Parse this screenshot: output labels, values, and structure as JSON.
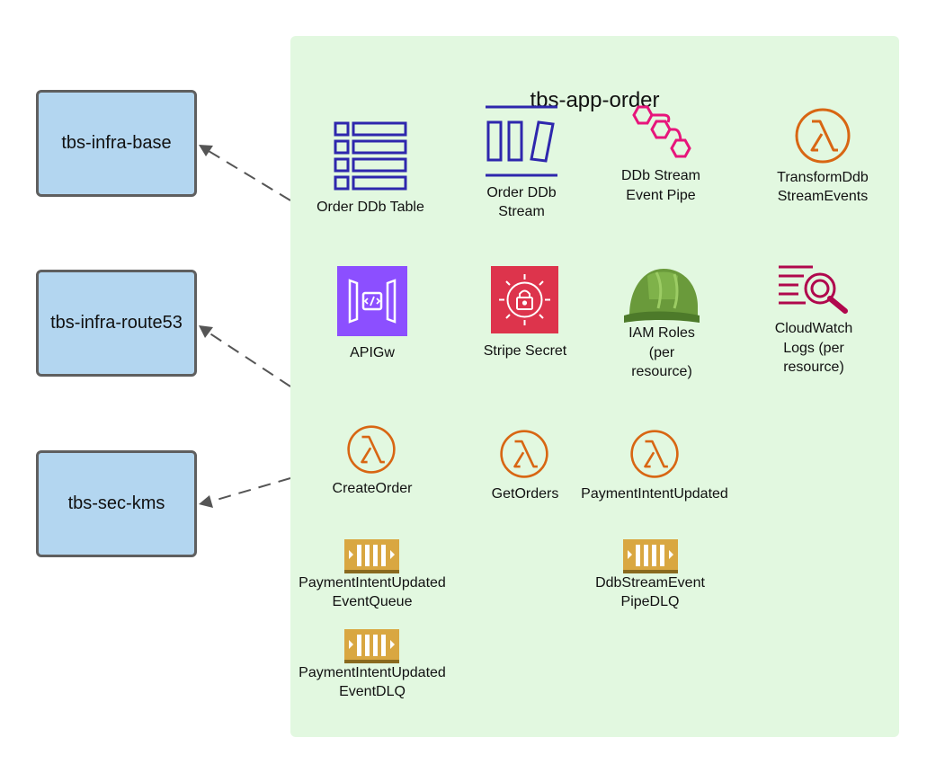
{
  "group": {
    "title": "tbs-app-order"
  },
  "dependencies": [
    {
      "id": "base",
      "label": "tbs-infra-base"
    },
    {
      "id": "route53",
      "label": "tbs-infra-route53"
    },
    {
      "id": "kms",
      "label": "tbs-sec-kms"
    }
  ],
  "resources": {
    "order_ddb_table": {
      "label": "Order DDb Table",
      "icon": "dynamodb-table-icon",
      "color": "#2e27ad"
    },
    "order_ddb_stream": {
      "label1": "Order DDb",
      "label2": "Stream",
      "icon": "dynamodb-stream-icon",
      "color": "#2e27ad"
    },
    "ddb_stream_event_pipe": {
      "label1": "DDb Stream",
      "label2": "Event Pipe",
      "icon": "eventbridge-pipe-icon",
      "color": "#e7157b"
    },
    "transform_ddb_stream_events": {
      "label1": "TransformDdb",
      "label2": "StreamEvents",
      "icon": "lambda-icon",
      "color": "#d86613"
    },
    "apigw": {
      "label": "APIGw",
      "icon": "api-gateway-icon",
      "color": "#8c4fff"
    },
    "stripe_secret": {
      "label": "Stripe Secret",
      "icon": "secrets-manager-icon",
      "color": "#dd344c"
    },
    "iam_roles": {
      "label1": "IAM Roles",
      "label2": "(per",
      "label3": "resource)",
      "icon": "iam-helmet-icon",
      "color": "#6a9a3b"
    },
    "cloudwatch_logs": {
      "label1": "CloudWatch",
      "label2": "Logs (per",
      "label3": "resource)",
      "icon": "cloudwatch-logs-icon",
      "color": "#b0084d"
    },
    "create_order": {
      "label": "CreateOrder",
      "icon": "lambda-icon",
      "color": "#d86613"
    },
    "get_orders": {
      "label": "GetOrders",
      "icon": "lambda-icon",
      "color": "#d86613"
    },
    "payment_intent_updated": {
      "label": "PaymentIntentUpdated",
      "icon": "lambda-icon",
      "color": "#d86613"
    },
    "payment_intent_updated_event_queue": {
      "label1": "PaymentIntentUpdated",
      "label2": "EventQueue",
      "icon": "sqs-queue-icon",
      "color": "#d9a741"
    },
    "ddb_stream_event_pipe_dlq": {
      "label1": "DdbStreamEvent",
      "label2": "PipeDLQ",
      "icon": "sqs-queue-icon",
      "color": "#d9a741"
    },
    "payment_intent_updated_event_dlq": {
      "label1": "PaymentIntentUpdated",
      "label2": "EventDLQ",
      "icon": "sqs-queue-icon",
      "color": "#d9a741"
    }
  }
}
